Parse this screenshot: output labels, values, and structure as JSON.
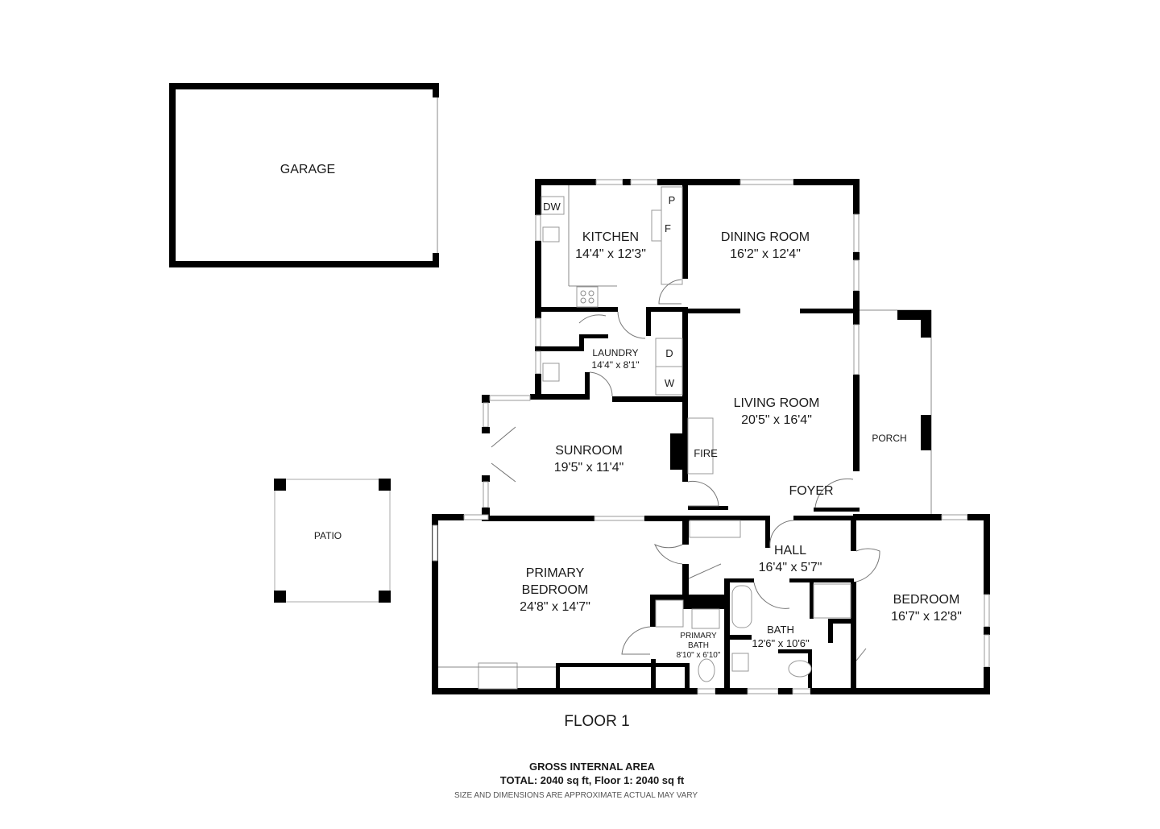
{
  "plan": {
    "floor_title": "FLOOR 1",
    "rooms": [
      {
        "id": "garage",
        "name": "GARAGE",
        "dims": ""
      },
      {
        "id": "kitchen",
        "name": "KITCHEN",
        "dims": "14'4\" x 12'3\""
      },
      {
        "id": "dining",
        "name": "DINING ROOM",
        "dims": "16'2\" x 12'4\""
      },
      {
        "id": "laundry",
        "name": "LAUNDRY",
        "dims": "14'4\" x 8'1\""
      },
      {
        "id": "living",
        "name": "LIVING ROOM",
        "dims": "20'5\" x 16'4\""
      },
      {
        "id": "porch",
        "name": "PORCH",
        "dims": ""
      },
      {
        "id": "sunroom",
        "name": "SUNROOM",
        "dims": "19'5\" x 11'4\""
      },
      {
        "id": "foyer",
        "name": "FOYER",
        "dims": ""
      },
      {
        "id": "patio",
        "name": "PATIO",
        "dims": ""
      },
      {
        "id": "hall",
        "name": "HALL",
        "dims": "16'4\" x 5'7\""
      },
      {
        "id": "primary_bedroom",
        "name_line1": "PRIMARY",
        "name_line2": "BEDROOM",
        "dims": "24'8\" x 14'7\""
      },
      {
        "id": "primary_bath",
        "name_line1": "PRIMARY",
        "name_line2": "BATH",
        "dims": "8'10\" x 6'10\""
      },
      {
        "id": "bath",
        "name": "BATH",
        "dims": "12'6\" x 10'6\""
      },
      {
        "id": "bedroom",
        "name": "BEDROOM",
        "dims": "16'7\" x 12'8\""
      }
    ],
    "fixtures": {
      "dishwasher": "DW",
      "pantry": "P",
      "fridge": "F",
      "dryer": "D",
      "washer": "W",
      "fireplace": "FIRE"
    }
  },
  "footer": {
    "area_heading": "GROSS INTERNAL AREA",
    "area_total": "TOTAL: 2040 sq ft, Floor 1: 2040 sq ft",
    "disclaimer": "SIZE AND DIMENSIONS ARE APPROXIMATE ACTUAL MAY VARY"
  }
}
